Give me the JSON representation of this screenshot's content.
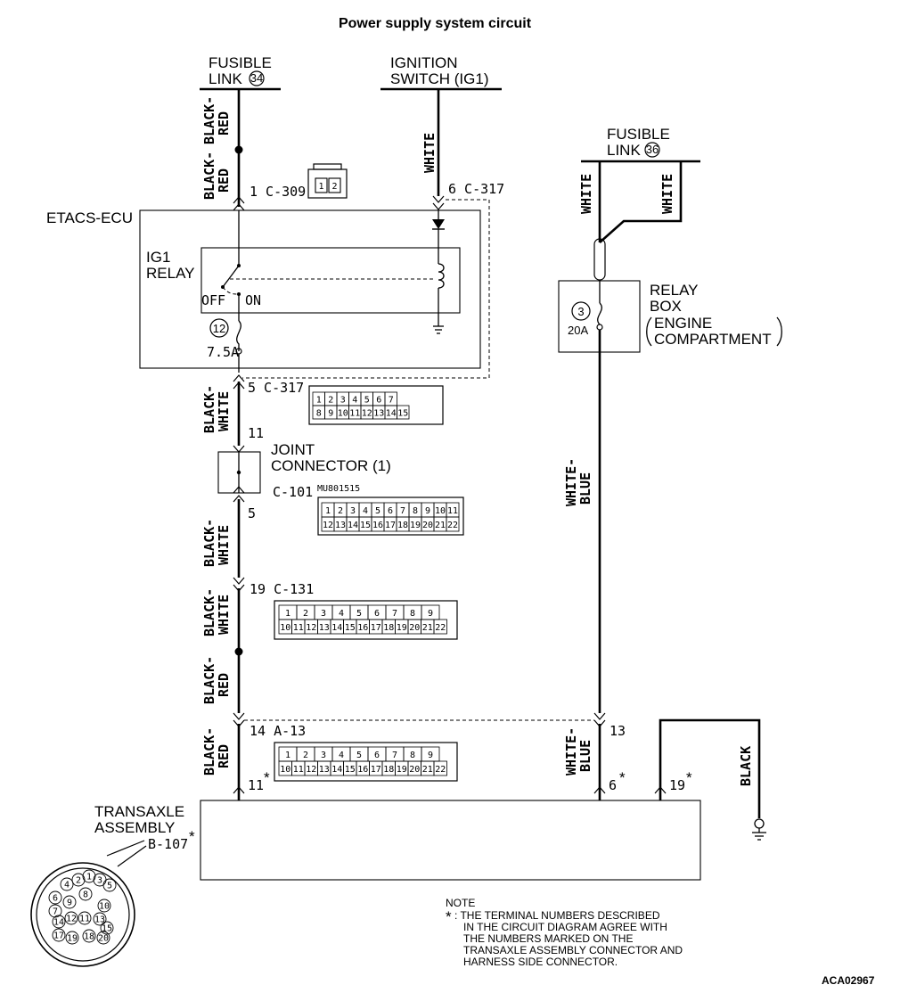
{
  "title": "Power supply system circuit",
  "figure_code": "ACA02967",
  "sources": {
    "fusible_link_34": {
      "line1": "FUSIBLE",
      "line2": "LINK",
      "num": "34"
    },
    "ignition_switch": {
      "line1": "IGNITION",
      "line2": "SWITCH (IG1)"
    },
    "fusible_link_36": {
      "line1": "FUSIBLE",
      "line2": "LINK",
      "num": "36"
    }
  },
  "wires": {
    "black_red_1": [
      "BLACK-",
      "RED"
    ],
    "black_red_2": [
      "BLACK-",
      "RED"
    ],
    "black_white_1": [
      "BLACK-",
      "WHITE"
    ],
    "black_white_2": [
      "BLACK-",
      "WHITE"
    ],
    "black_white_3": [
      "BLACK-",
      "WHITE"
    ],
    "black_red_3": [
      "BLACK-",
      "RED"
    ],
    "black_red_4": [
      "BLACK-",
      "RED"
    ],
    "white_ign": "WHITE",
    "white_a": "WHITE",
    "white_b": "WHITE",
    "white_blue_1": [
      "WHITE-",
      "BLUE"
    ],
    "white_blue_2": [
      "WHITE-",
      "BLUE"
    ],
    "black": "BLACK"
  },
  "etacs": {
    "name": "ETACS-ECU",
    "relay_line1": "IG1",
    "relay_line2": "RELAY",
    "off": "OFF",
    "on": "ON",
    "fuse_num": "12",
    "fuse_rating": "7.5A"
  },
  "pins": {
    "c309": "1  C-309",
    "c317_6": "6  C-317",
    "c317_5": "5  C-317",
    "p11": "11",
    "p5": "5",
    "c101": "C-101",
    "c101_part": "MU801515",
    "c131": "19  C-131",
    "a13": "14  A-13",
    "p13": "13",
    "t11": "11",
    "t6": "6",
    "t19": "19",
    "star": "*"
  },
  "joint": {
    "line1": "JOINT",
    "line2": "CONNECTOR (1)"
  },
  "relay_box": {
    "line1": "RELAY",
    "line2": "BOX",
    "line3": "ENGINE",
    "line4": "COMPARTMENT",
    "fuse_num": "3",
    "fuse_rating": "20A"
  },
  "transaxle": {
    "line1": "TRANSAXLE",
    "line2": "ASSEMBLY",
    "line3": "B-107"
  },
  "connectors": {
    "c309_pins": [
      "1",
      "2"
    ],
    "c317_row1": [
      "1",
      "2",
      "3",
      "4",
      "5",
      "6",
      "7"
    ],
    "c317_row2": [
      "8",
      "9",
      "10",
      "11",
      "12",
      "13",
      "14",
      "15"
    ],
    "c101_row1": [
      "1",
      "2",
      "3",
      "4",
      "5",
      "6",
      "7",
      "8",
      "9",
      "10",
      "11"
    ],
    "c101_row2": [
      "12",
      "13",
      "14",
      "15",
      "16",
      "17",
      "18",
      "19",
      "20",
      "21",
      "22"
    ],
    "c131_row1": [
      "1",
      "2",
      "3",
      "4",
      "5",
      "6",
      "7",
      "8",
      "9"
    ],
    "c131_row2": [
      "10",
      "11",
      "12",
      "13",
      "14",
      "15",
      "16",
      "17",
      "18",
      "19",
      "20",
      "21",
      "22"
    ],
    "a13_row1": [
      "1",
      "2",
      "3",
      "4",
      "5",
      "6",
      "7",
      "8",
      "9"
    ],
    "a13_row2": [
      "10",
      "11",
      "12",
      "13",
      "14",
      "15",
      "16",
      "17",
      "18",
      "19",
      "20",
      "21",
      "22"
    ],
    "b107_pins": [
      "1",
      "2",
      "3",
      "4",
      "5",
      "6",
      "7",
      "8",
      "9",
      "10",
      "11",
      "12",
      "13",
      "14",
      "15",
      "17",
      "18",
      "19",
      "20"
    ]
  },
  "note": {
    "heading": "NOTE",
    "star": "*",
    "lines": [
      ": THE TERMINAL NUMBERS DESCRIBED",
      "IN THE CIRCUIT DIAGRAM AGREE WITH",
      "THE NUMBERS MARKED ON THE",
      "TRANSAXLE ASSEMBLY CONNECTOR AND",
      "HARNESS SIDE CONNECTOR."
    ]
  }
}
